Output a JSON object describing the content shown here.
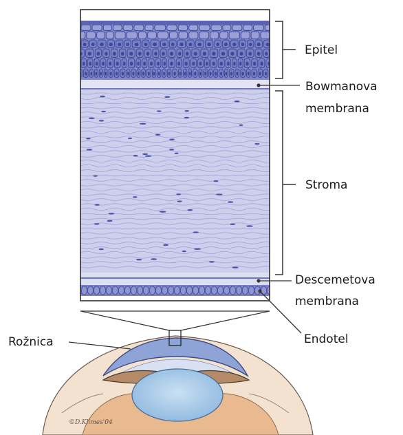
{
  "labels": {
    "epitel": "Epitel",
    "bowman_line1": "Bowmanova",
    "bowman_line2": "membrana",
    "stroma": "Stroma",
    "descemet_line1": "Descemetova",
    "descemet_line2": "membrana",
    "endotel": "Endotel",
    "roznica": "Rožnica"
  },
  "credit": "©D.Klimes'04",
  "colors": {
    "epithelium_fill": "#7f86c8",
    "epithelium_cell": "#3e4799",
    "bowman_fill": "#e3e4f3",
    "stroma_fill": "#cdcfec",
    "stroma_fiber": "#9ea2d4",
    "keratocyte": "#4a53a6",
    "endothelium_fill": "#7a82c6",
    "outline": "#222222",
    "cornea_blue": "#8ea4d6",
    "iris_brown": "#b48a68",
    "lens_blue": "#a9cbe8",
    "skin": "#f1dcc4"
  }
}
